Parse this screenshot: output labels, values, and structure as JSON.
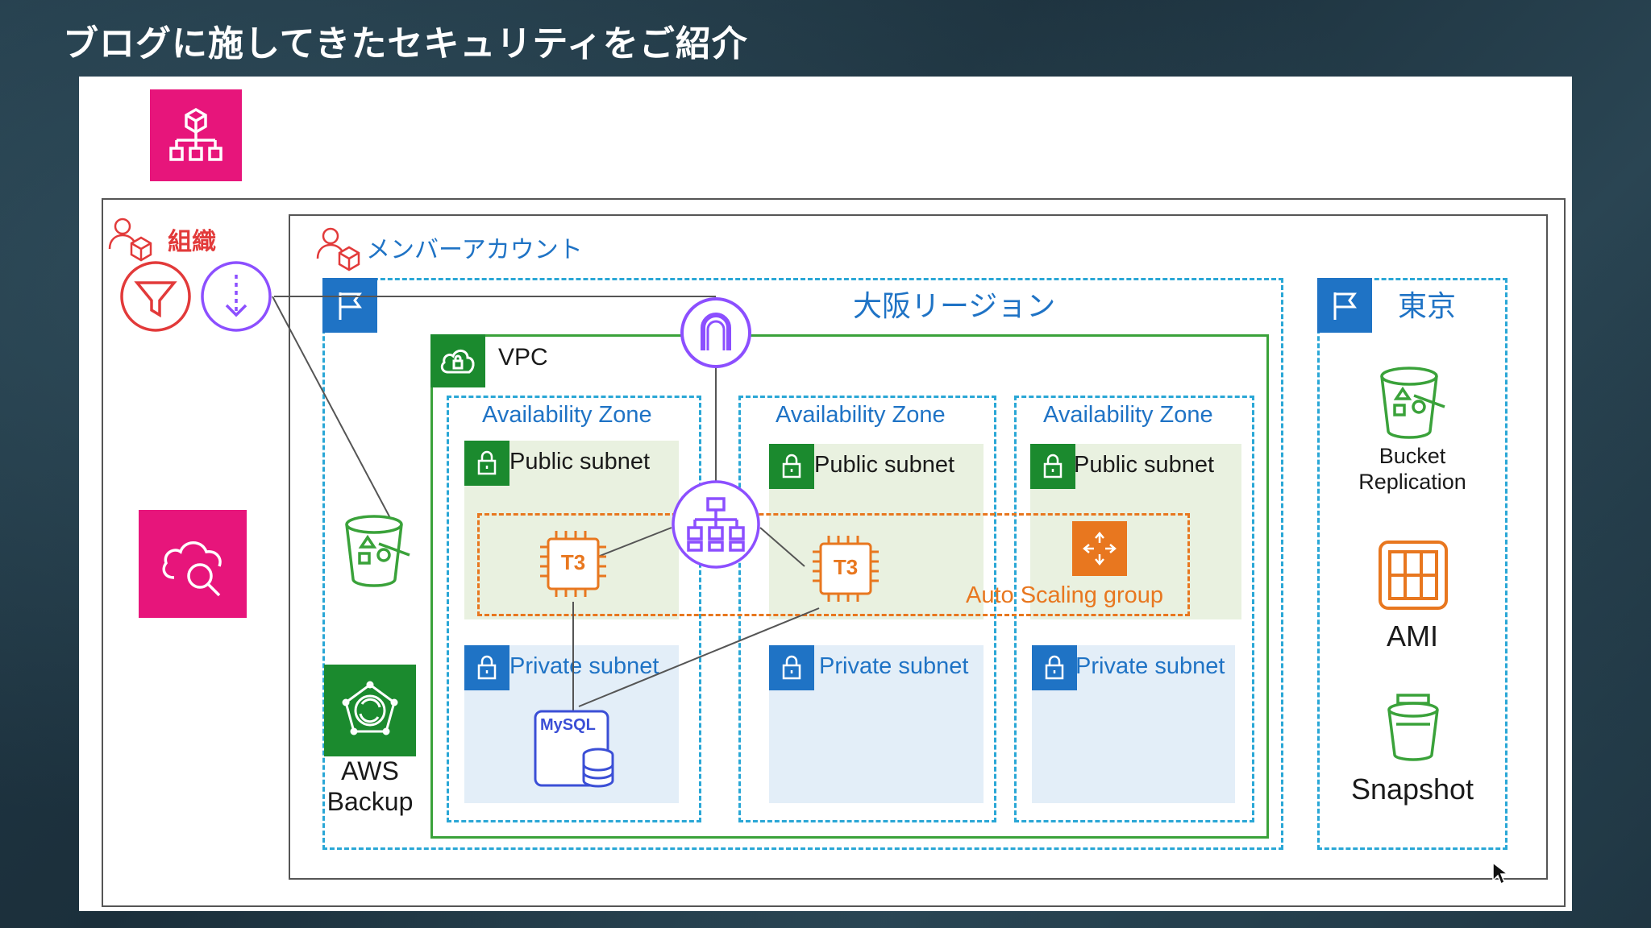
{
  "slide_title": "ブログに施してきたセキュリティをご紹介",
  "organization": {
    "label": "組織"
  },
  "member_account": {
    "label": "メンバーアカウント"
  },
  "osaka_region": {
    "label": "大阪リージョン"
  },
  "tokyo_region": {
    "label": "東京"
  },
  "vpc": {
    "label": "VPC"
  },
  "availability_zones": [
    {
      "title": "Availability Zone",
      "public_subnet": "Public subnet",
      "private_subnet": "Private subnet"
    },
    {
      "title": "Availability Zone",
      "public_subnet": "Public subnet",
      "private_subnet": "Private subnet"
    },
    {
      "title": "Availability Zone",
      "public_subnet": "Public subnet",
      "private_subnet": "Private subnet"
    }
  ],
  "instances": [
    {
      "label": "T3"
    },
    {
      "label": "T3"
    }
  ],
  "database": {
    "label": "MySQL"
  },
  "auto_scaling": {
    "label": "Auto Scaling group"
  },
  "backup": {
    "line1": "AWS",
    "line2": "Backup"
  },
  "tokyo_services": {
    "bucket_replication": {
      "line1": "Bucket",
      "line2": "Replication"
    },
    "ami": {
      "label": "AMI"
    },
    "snapshot": {
      "label": "Snapshot"
    }
  },
  "colors": {
    "pink": "#e7157b",
    "blue": "#1f73c5",
    "green": "#3aa23a",
    "dark_green": "#1b8a2e",
    "orange": "#e8771f",
    "purple": "#8c4fff",
    "red": "#e23a3a",
    "public_fill": "#e9f1e0",
    "private_fill": "#e3eef8"
  }
}
